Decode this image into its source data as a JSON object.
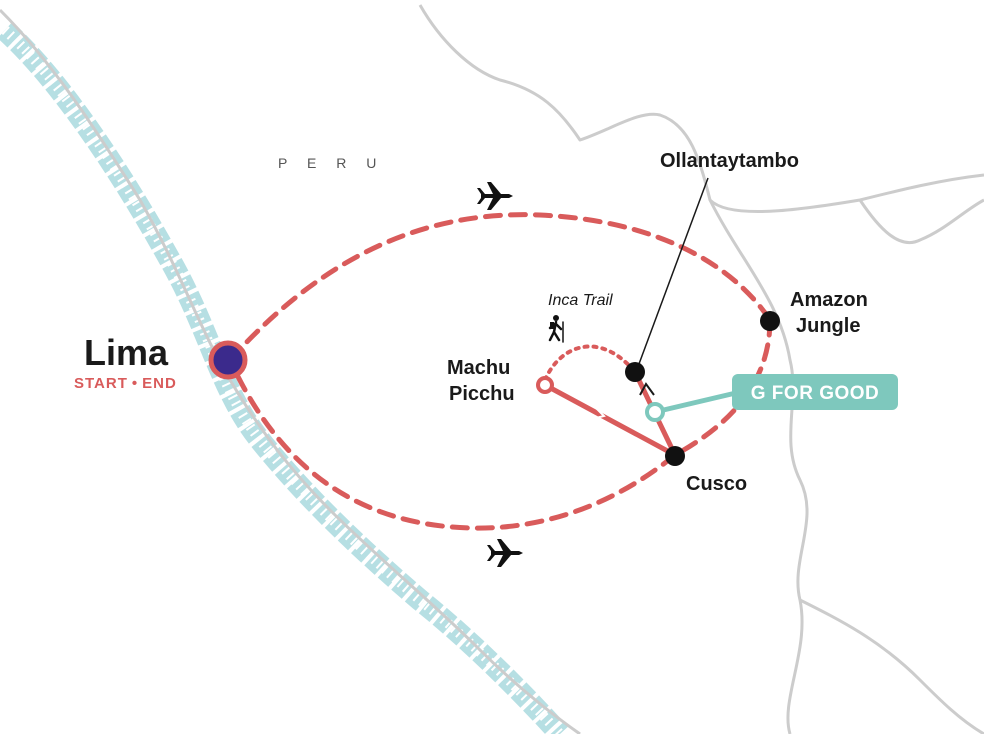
{
  "country": "P E R U",
  "places": {
    "lima": {
      "name": "Lima",
      "start_label": "START",
      "end_label": "END"
    },
    "ollantaytambo": {
      "name": "Ollantaytambo"
    },
    "amazon": {
      "line1": "Amazon",
      "line2": "Jungle"
    },
    "machu_picchu": {
      "line1": "Machu",
      "line2": "Picchu"
    },
    "cusco": {
      "name": "Cusco"
    }
  },
  "inca_trail": "Inca Trail",
  "badge": {
    "label": "G FOR GOOD"
  },
  "icons": {
    "flight_out": "airplane-icon",
    "flight_back": "airplane-icon",
    "trail": "hiker-icon"
  },
  "colors": {
    "route": "#d95b5b",
    "stop": "#111111",
    "lima_fill": "#3b2a8c",
    "badge": "#7ec8bd",
    "border": "#cfcfcf",
    "coast": "#9fd4d9"
  }
}
